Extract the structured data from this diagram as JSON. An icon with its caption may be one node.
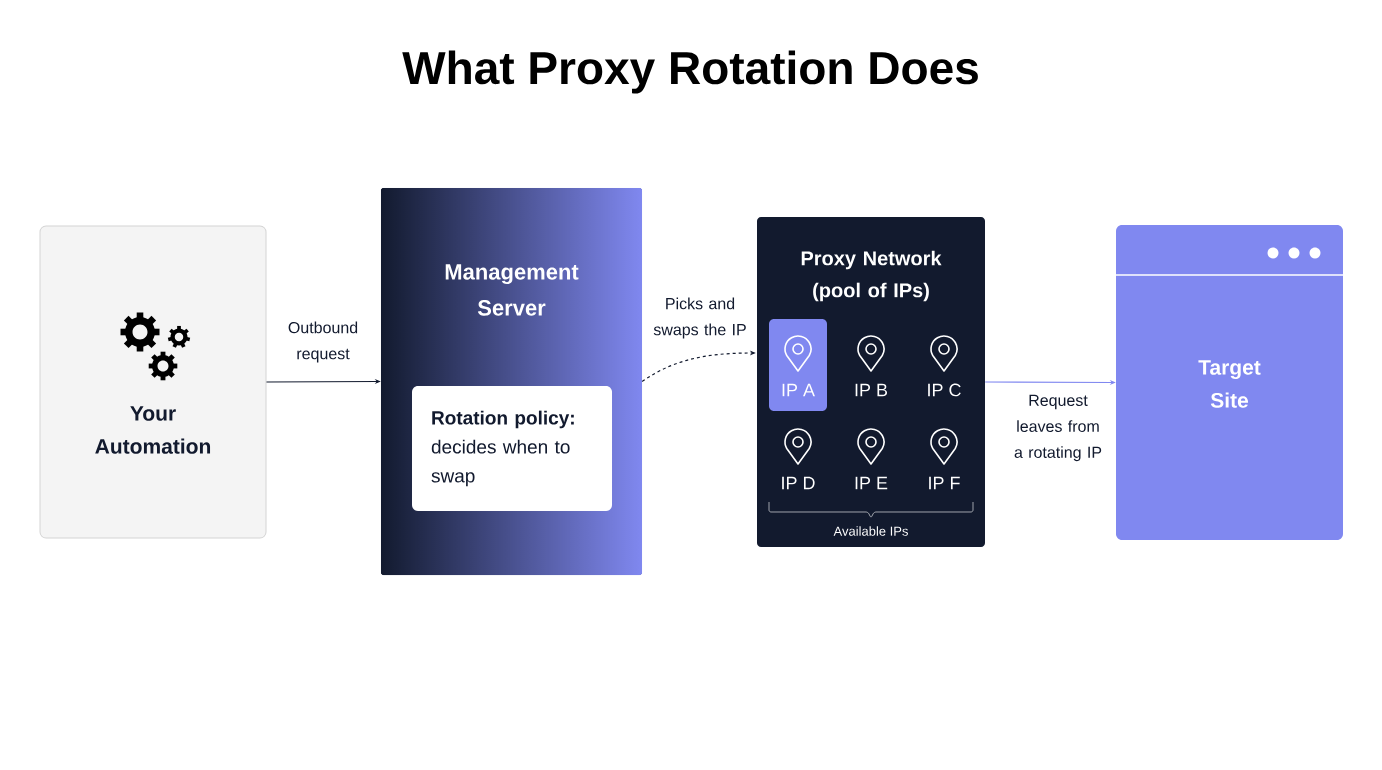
{
  "diagram": {
    "title": "What Proxy Rotation Does",
    "nodes": [
      {
        "text": [
          "Your Automation"
        ]
      },
      {
        "text": [
          "Management Server"
        ]
      },
      {
        "text": [
          "**Rotation policy:** decides when to swap"
        ],
        "in": 1
      },
      {
        "text": [
          "Proxy Network (pool of IPs)"
        ]
      },
      {
        "text": [
          "IP A"
        ],
        "in": 3
      },
      {
        "text": [
          "IP B"
        ],
        "in": 3
      },
      {
        "text": [
          "IP C"
        ],
        "in": 3
      },
      {
        "text": [
          "IP D"
        ],
        "in": 3
      },
      {
        "text": [
          "IP E"
        ],
        "in": 3
      },
      {
        "text": [
          "IP F"
        ],
        "in": 3
      },
      {
        "text": [
          "Target Site"
        ]
      }
    ],
    "edges": [
      {
        "from": 0,
        "to": 1,
        "arrow": "to",
        "label": "Outbound request"
      },
      {
        "from": 1,
        "to": 4,
        "arrow": "to",
        "label": "Picks and swaps the IP",
        "style": "dashed"
      },
      {
        "from": 3,
        "to": 10,
        "arrow": "to",
        "label": "Request leaves from a rotating IP",
        "color": "#8088f0"
      }
    ],
    "labels": [
      "Available IPs"
    ]
  }
}
